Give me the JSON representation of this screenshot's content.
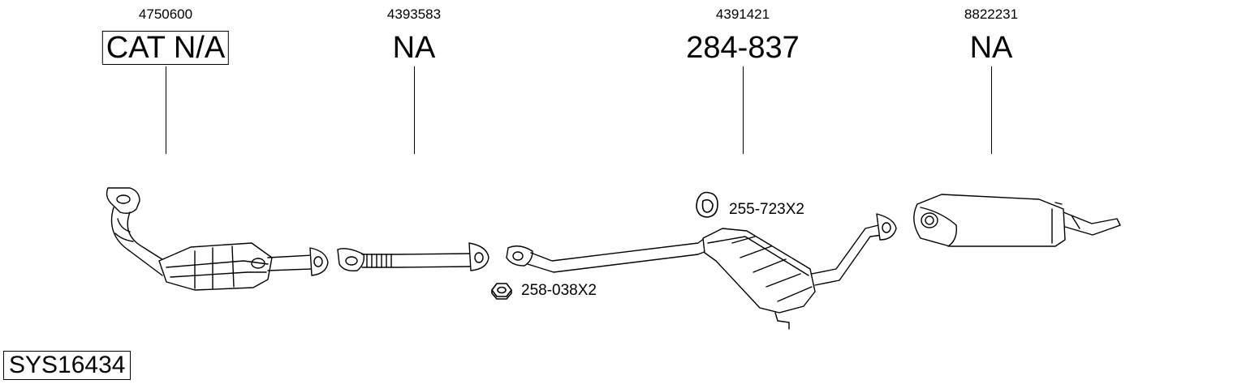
{
  "parts": [
    {
      "oem": "4750600",
      "code": "CAT N/A"
    },
    {
      "oem": "4393583",
      "code": "NA"
    },
    {
      "oem": "4391421",
      "code": "284-837"
    },
    {
      "oem": "8822231",
      "code": "NA"
    }
  ],
  "accessories": [
    {
      "label": "255-723X2",
      "icon": "rubber-hanger-icon"
    },
    {
      "label": "258-038X2",
      "icon": "hex-nut-icon"
    }
  ],
  "system_id": "SYS16434"
}
